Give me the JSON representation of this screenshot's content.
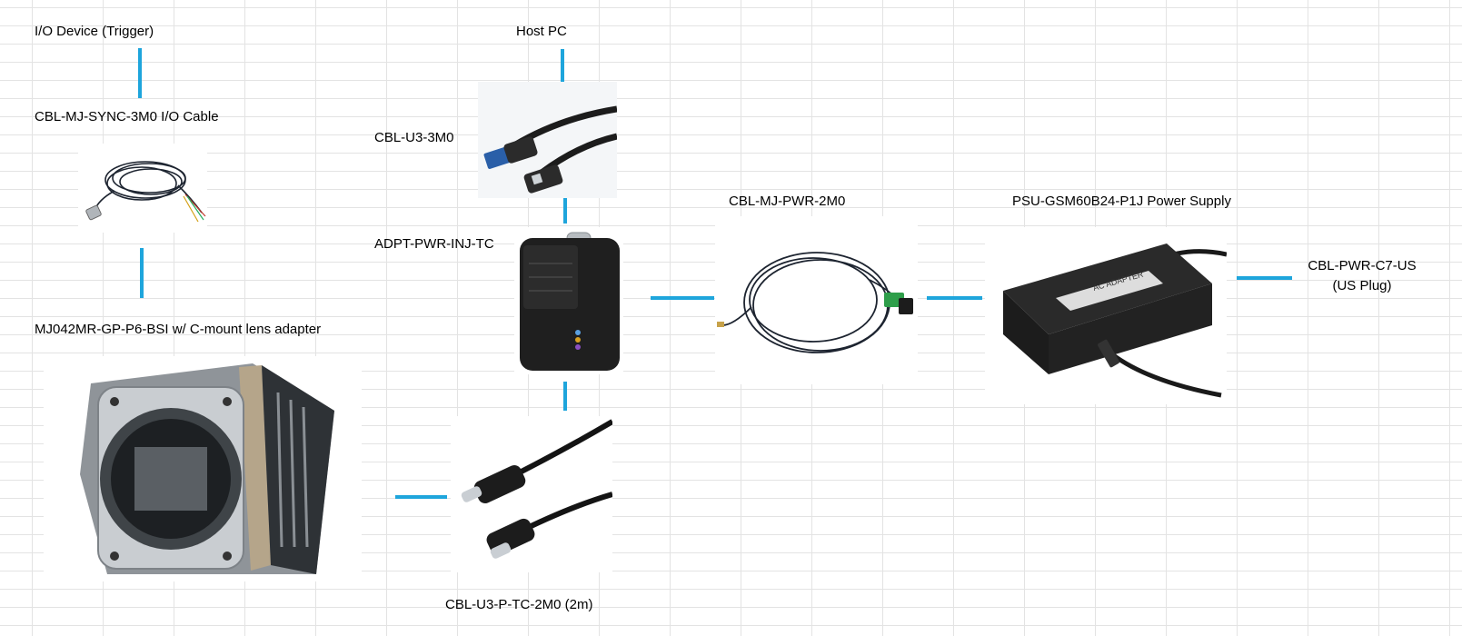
{
  "labels": {
    "io_device": "I/O Device (Trigger)",
    "host_pc": "Host PC",
    "sync_cable": "CBL-MJ-SYNC-3M0 I/O Cable",
    "usb_cable": "CBL-U3-3M0",
    "injector": "ADPT-PWR-INJ-TC",
    "power_cable": "CBL-MJ-PWR-2M0",
    "psu": "PSU-GSM60B24-P1J Power Supply",
    "ac_cable_line1": "CBL-PWR-C7-US",
    "ac_cable_line2": "(US Plug)",
    "camera": "MJ042MR-GP-P6-BSI w/ C-mount lens adapter",
    "typec_cable": "CBL-U3-P-TC-2M0 (2m)"
  },
  "images": {
    "psu_label_text": "AC ADAPTER"
  },
  "colors": {
    "connector": "#1ea5dc",
    "gridline": "#e3e3e3"
  }
}
